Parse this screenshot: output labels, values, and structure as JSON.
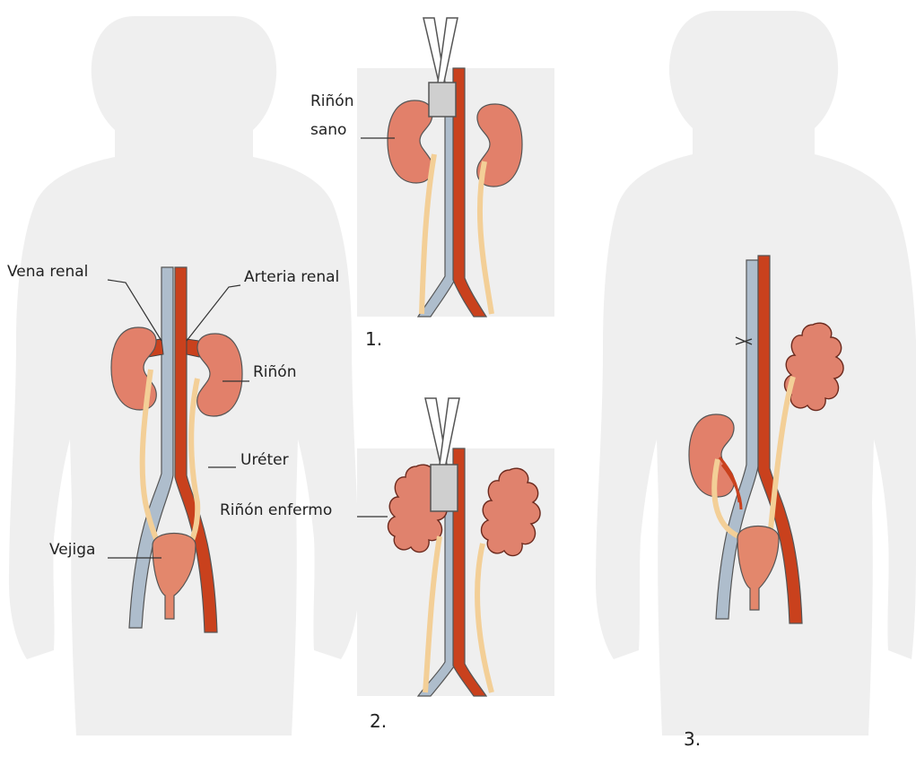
{
  "panels": [
    {
      "id": "anatomy",
      "labels": {
        "vena_renal": "Vena renal",
        "arteria_renal": "Arteria renal",
        "rinon": "Riñón",
        "ureter": "Uréter",
        "vejiga": "Vejiga"
      }
    },
    {
      "id": "step1",
      "number": "1.",
      "labels": {
        "rinon_sano_line1": "Riñón",
        "rinon_sano_line2": "sano"
      }
    },
    {
      "id": "step2",
      "number": "2.",
      "labels": {
        "rinon_enfermo": "Riñón enfermo"
      }
    },
    {
      "id": "step3",
      "number": "3."
    }
  ],
  "colors": {
    "silhouette": "#efefef",
    "kidney_healthy": "#e2806a",
    "kidney_diseased": "#e0826d",
    "artery": "#c9411d",
    "vein": "#aebdcc",
    "ureter": "#f3cf97",
    "bladder": "#e3876c",
    "clamp": "#9a9a9a",
    "leader_line": "#333333"
  },
  "icons": [
    "scissors-clamp-icon"
  ]
}
